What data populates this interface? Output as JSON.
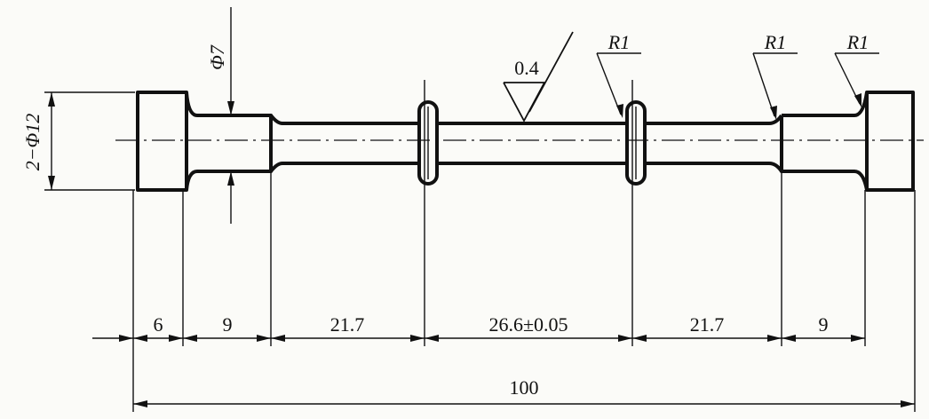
{
  "diameters": {
    "phi7": "Φ7",
    "phi12": "2−Φ12"
  },
  "roughness": "0.4",
  "radii": [
    "R1",
    "R1",
    "R1"
  ],
  "dimensions": {
    "seg1": "6",
    "seg2": "9",
    "seg3": "21.7",
    "seg4": "26.6±0.05",
    "seg5": "21.7",
    "seg6": "9",
    "total": "100"
  }
}
